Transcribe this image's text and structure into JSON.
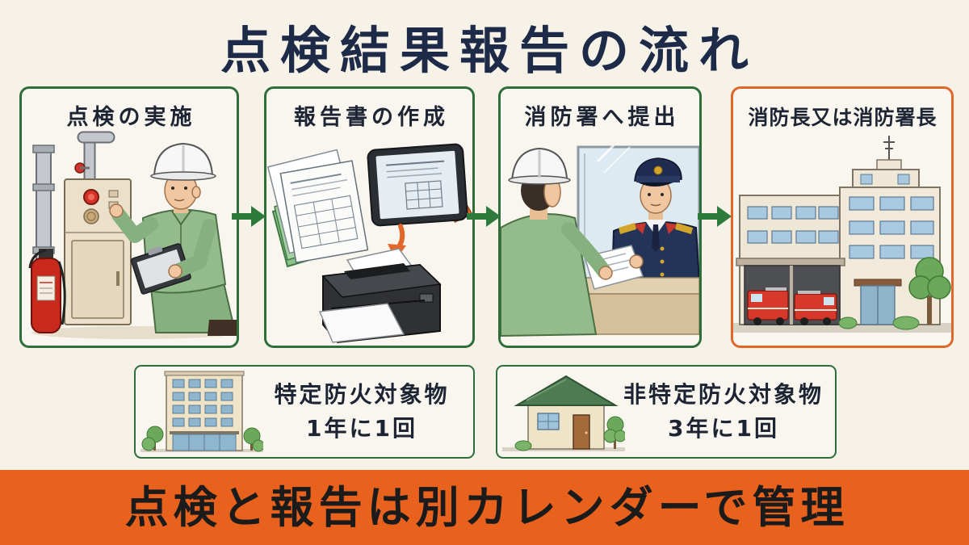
{
  "title": "点検結果報告の流れ",
  "steps": [
    {
      "label": "点検の実施",
      "icon": "inspection-illustration"
    },
    {
      "label": "報告書の作成",
      "icon": "report-preparation-illustration"
    },
    {
      "label": "消防署へ提出",
      "icon": "submission-illustration"
    },
    {
      "label": "消防長又は消防署長",
      "icon": "fire-station-illustration"
    }
  ],
  "flow_arrow_icon": "arrow-right-icon",
  "frequency": [
    {
      "target": "特定防火対象物",
      "interval": "1年に1回",
      "icon": "office-building-icon"
    },
    {
      "target": "非特定防火対象物",
      "interval": "3年に1回",
      "icon": "house-icon"
    }
  ],
  "banner": {
    "text": "点検と報告は別カレンダーで管理"
  },
  "colors": {
    "background": "#f6f2e8",
    "title": "#1e2b48",
    "step_border": "#2f6d3b",
    "final_step_border": "#e0662a",
    "arrow": "#2e7a3c",
    "banner": "#e8621e",
    "banner_text": "#1b1b1b"
  }
}
